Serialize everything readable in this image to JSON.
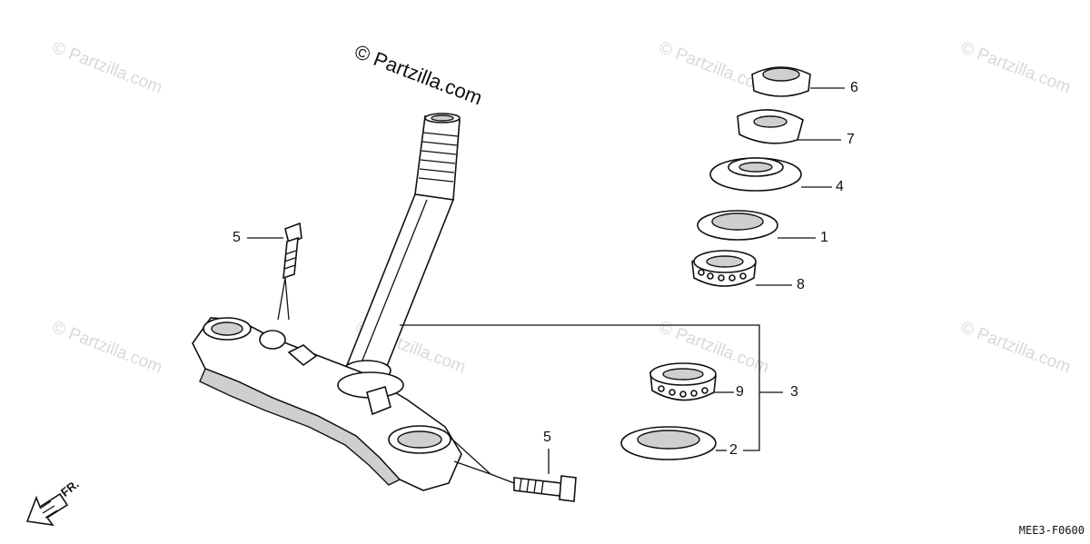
{
  "watermark_main": "© Partzilla.com",
  "watermark_tile": "© Partzilla.com",
  "callouts": {
    "c6": "6",
    "c7": "7",
    "c4": "4",
    "c1": "1",
    "c8": "8",
    "c9": "9",
    "c3": "3",
    "c2": "2",
    "c5_top": "5",
    "c5_bottom": "5"
  },
  "direction_label": "FR.",
  "diagram_code": "MEE3-F0600"
}
